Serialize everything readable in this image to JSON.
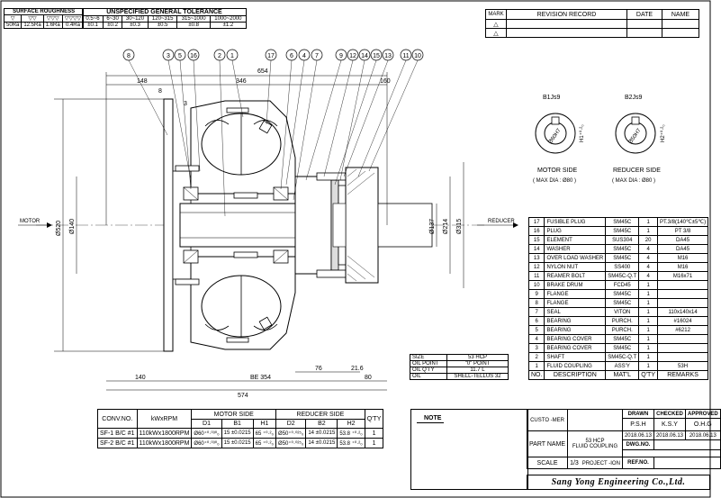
{
  "surface_roughness": {
    "title": "SURFACE ROUGHNESS",
    "symbols": [
      "▽",
      "▽▽",
      "▽▽▽",
      "▽▽▽▽"
    ],
    "values": [
      "50Ra",
      "12.5Ra",
      "1.6Ra",
      "0.4Ra"
    ]
  },
  "tolerance": {
    "title": "UNSPECIFIED GENERAL TOLERANCE",
    "ranges": [
      "0.5~6",
      "6~30",
      "30~120",
      "120~315",
      "315~1000",
      "1000~2000"
    ],
    "values": [
      "±0.1",
      "±0.2",
      "±0.3",
      "±0.5",
      "±0.8",
      "±1.2"
    ]
  },
  "revision": {
    "headers": [
      "MARK",
      "REVISION RECORD",
      "DATE",
      "NAME"
    ],
    "rows": [
      [
        "△",
        "",
        ""
      ],
      [
        "△",
        "",
        ""
      ]
    ]
  },
  "views": {
    "motor": {
      "keyway": "B1Js9",
      "bore": "Ø60H7",
      "depth": "H1⁺⁰·²₀",
      "caption": "MOTOR SIDE",
      "max_dia": "( MAX DIA : Ø80 )"
    },
    "reducer": {
      "keyway": "B2Js9",
      "bore": "Ø50H7",
      "depth": "H2⁺⁰·²₀",
      "caption": "REDUCER SIDE",
      "max_dia": "( MAX DIA : Ø80 )"
    }
  },
  "drawing": {
    "dims": {
      "d654": "654",
      "d346": "346",
      "d148": "148",
      "d160": "160",
      "d8": "8",
      "d3": "3",
      "d140": "140",
      "be354": "BE 354",
      "d574": "574",
      "d80": "80",
      "d76": "76",
      "d21_6": "21.6"
    },
    "diameters": {
      "phi520": "Ø520",
      "phi140": "Ø140",
      "phi137": "Ø137",
      "phi214": "Ø214",
      "phi315": "Ø315"
    },
    "motor_label": "MOTOR",
    "reducer_label": "REDUCER",
    "balloons": [
      "8",
      "3",
      "5",
      "16",
      "2",
      "1",
      "17",
      "6",
      "4",
      "7",
      "9",
      "12",
      "14",
      "15",
      "13",
      "11",
      "10"
    ]
  },
  "info": {
    "rows": [
      {
        "k": "SIZE",
        "v": "53 HCP"
      },
      {
        "k": "OIL POINT",
        "v": "\"0\" POINT"
      },
      {
        "k": "OIL Q'TY",
        "v": "11.7 L"
      },
      {
        "k": "OIL",
        "v": "SHELL-TELLUS 32"
      }
    ]
  },
  "conv_table": {
    "h_conv": "CONV.NO.",
    "h_kw": "kWxRPM",
    "h_motor": "MOTOR SIDE",
    "h_reducer": "REDUCER SIDE",
    "h_qty": "Q'TY",
    "sub": [
      "D1",
      "B1",
      "H1",
      "D2",
      "B2",
      "H2"
    ],
    "rows": [
      {
        "conv": "SF-1 B/C #1",
        "kw": "110kWx1800RPM",
        "d1": "Ø60⁺⁰·⁰³⁰₀",
        "b1": "15 ±0.0215",
        "h1": "65 ⁺⁰·²₀",
        "d2": "Ø50⁺⁰·⁰²⁵₀",
        "b2": "14 ±0.0215",
        "h2": "53.8 ⁺⁰·²₀",
        "qty": "1"
      },
      {
        "conv": "SF-2 B/C #1",
        "kw": "110kWx1800RPM",
        "d1": "Ø60⁺⁰·⁰³⁰₀",
        "b1": "15 ±0.0215",
        "h1": "65 ⁺⁰·²₀",
        "d2": "Ø50⁺⁰·⁰²⁵₀",
        "b2": "14 ±0.0215",
        "h2": "53.8 ⁺⁰·²₀",
        "qty": "1"
      }
    ]
  },
  "bom": {
    "headers": [
      "NO.",
      "DESCRIPTION",
      "MAT'L",
      "Q'TY",
      "REMARKS"
    ],
    "items": [
      {
        "no": "17",
        "desc": "FUSIBLE PLUG",
        "mat": "SM45C",
        "qty": "1",
        "rem": "PT.3/8(140℃±5℃)"
      },
      {
        "no": "16",
        "desc": "PLUG",
        "mat": "SM45C",
        "qty": "1",
        "rem": "PT 3/8"
      },
      {
        "no": "15",
        "desc": "ELEMENT",
        "mat": "SUS304",
        "qty": "20",
        "rem": "DA45"
      },
      {
        "no": "14",
        "desc": "WASHER",
        "mat": "SM45C",
        "qty": "4",
        "rem": "DA45"
      },
      {
        "no": "13",
        "desc": "OVER LOAD WASHER",
        "mat": "SM45C",
        "qty": "4",
        "rem": "M16"
      },
      {
        "no": "12",
        "desc": "NYLON NUT",
        "mat": "SS400",
        "qty": "4",
        "rem": "M16"
      },
      {
        "no": "11",
        "desc": "REAMER BOLT",
        "mat": "SM45C-Q.T",
        "qty": "4",
        "rem": "M16x71"
      },
      {
        "no": "10",
        "desc": "BRAKE DRUM",
        "mat": "FCD45",
        "qty": "1",
        "rem": ""
      },
      {
        "no": "9",
        "desc": "FLANGE",
        "mat": "SM45C",
        "qty": "1",
        "rem": ""
      },
      {
        "no": "8",
        "desc": "FLANGE",
        "mat": "SM45C",
        "qty": "1",
        "rem": ""
      },
      {
        "no": "7",
        "desc": "SEAL",
        "mat": "VITON",
        "qty": "1",
        "rem": "110x140x14"
      },
      {
        "no": "6",
        "desc": "BEARING",
        "mat": "PURCH.",
        "qty": "1",
        "rem": "#16024"
      },
      {
        "no": "5",
        "desc": "BEARING",
        "mat": "PURCH.",
        "qty": "1",
        "rem": "#6212"
      },
      {
        "no": "4",
        "desc": "BEARING COVER",
        "mat": "SM45C",
        "qty": "1",
        "rem": ""
      },
      {
        "no": "3",
        "desc": "BEARING COVER",
        "mat": "SM45C",
        "qty": "1",
        "rem": ""
      },
      {
        "no": "2",
        "desc": "SHAFT",
        "mat": "SM45C-Q.T",
        "qty": "1",
        "rem": ""
      },
      {
        "no": "1",
        "desc": "FLUID COUPLING",
        "mat": "ASS'Y",
        "qty": "1",
        "rem": "53H"
      }
    ]
  },
  "title_block": {
    "note": "NOTE",
    "custo": "CUSTO -MER",
    "drawn": "DRAWN",
    "checked": "CHECKED",
    "approved": "APPROVED",
    "initials": [
      "P.S.H",
      "K.S.Y",
      "O.H.G"
    ],
    "dates": [
      "2018.06.13",
      "2018.06.13",
      "2018.06.13"
    ],
    "part_name_label": "PART NAME",
    "part_name": [
      "53 HCP",
      "FLUID COUPLING"
    ],
    "dwg_no": "DWG.NO.",
    "scale_label": "SCALE",
    "scale": "1/3",
    "projection": "PROJECT -ION",
    "ref_no": "REF.NO.",
    "company": "Sang Yong Engineering Co.,Ltd."
  }
}
